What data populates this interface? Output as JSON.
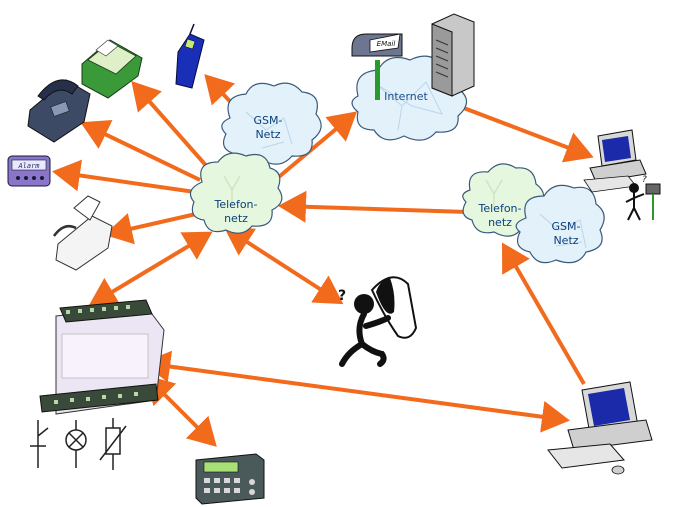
{
  "clouds": {
    "telefon_left": [
      "Telefon-",
      "netz"
    ],
    "telefon_right": [
      "Telefon-",
      "netz"
    ],
    "gsm_left": [
      "GSM-",
      "Netz"
    ],
    "gsm_right": [
      "GSM-",
      "Netz"
    ],
    "internet": "Internet"
  },
  "devices": {
    "pager_text": "Alarm",
    "mailbox_text": "EMail"
  },
  "colors": {
    "arrow": "#f26b1d",
    "telefon_cloud": "#e6f7df",
    "gsm_cloud": "#e3f1fb",
    "cloud_stroke": "#3a5a7a"
  }
}
